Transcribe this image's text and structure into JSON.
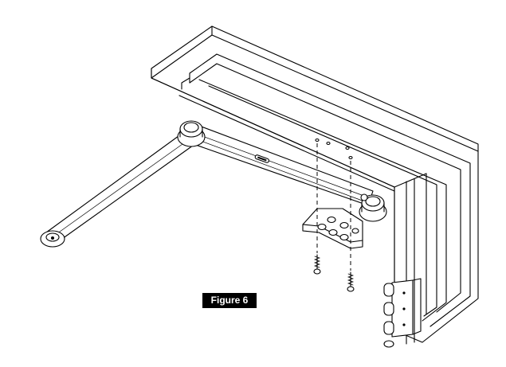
{
  "figure": {
    "label": "Figure 6"
  },
  "colors": {
    "line": "#000000",
    "background": "#ffffff",
    "label_bg": "#000000",
    "label_text": "#ffffff"
  },
  "illustration": {
    "parts": [
      "door-frame",
      "closer-arm",
      "mounting-bracket",
      "mounting-screws",
      "hinge"
    ]
  }
}
